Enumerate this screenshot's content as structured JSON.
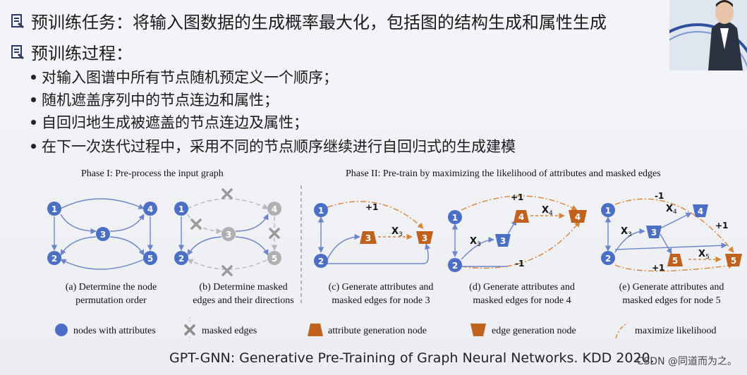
{
  "bullets": [
    {
      "icon": "document-icon",
      "text": "预训练任务：将输入图数据的生成概率最大化，包括图的结构生成和属性生成"
    },
    {
      "icon": "document-icon",
      "text": "预训练过程："
    }
  ],
  "sub_bullets": [
    "对输入图谱中所有节点随机预定义一个顺序；",
    "随机遮盖序列中的节点连边和属性；",
    "自回归地生成被遮盖的节点连边及属性；",
    "在下一次迭代过程中，采用不同的节点顺序继续进行自回归式的生成建模"
  ],
  "figure": {
    "phase1_title": "Phase I: Pre-process the input graph",
    "phase2_title": "Phase II: Pre-train by maximizing the likelihood of attributes and masked edges",
    "captions": [
      "(a) Determine the node\npermutation order",
      "(b) Determine masked\nedges and their directions",
      "(c) Generate attributes and\nmasked edges for node 3",
      "(d) Generate attributes and\nmasked edges for node 4",
      "(e) Generate attributes and\nmasked edges for node 5"
    ],
    "legend": {
      "nodes": "nodes with attributes",
      "masked": "masked edges",
      "attr_node": "attribute generation node",
      "edge_node": "edge generation node",
      "likelihood": "maximize likelihood"
    },
    "node_labels": [
      "1",
      "2",
      "3",
      "4",
      "5"
    ],
    "labels": {
      "plus1": "+1",
      "minus1": "-1",
      "x3": "X",
      "x4": "X",
      "x5": "X",
      "sub3": "3",
      "sub4": "4",
      "sub5": "5"
    }
  },
  "footer": "GPT-GNN: Generative Pre-Training of Graph Neural Networks. KDD 2020.",
  "watermark": "CSDN @同道而为之。",
  "colors": {
    "node": "#4a6fc4",
    "attr": "#c0621e",
    "masked": "#b0b0b0",
    "likelihood": "#d9843a"
  }
}
